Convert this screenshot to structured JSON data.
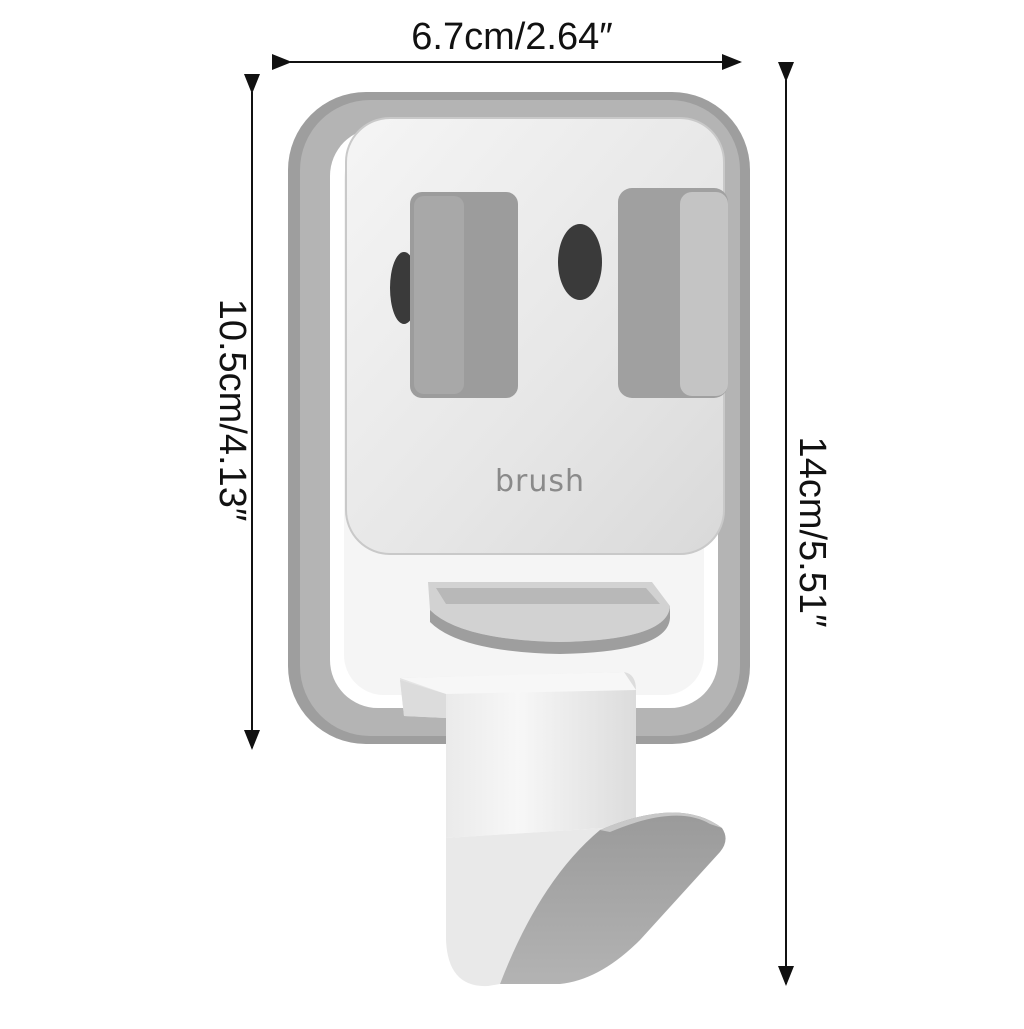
{
  "dimensions": {
    "width_label": "6.7cm/2.64″",
    "left_height_label": "10.5cm/4.13″",
    "total_height_label": "14cm/5.51″"
  },
  "product": {
    "brand_text": "brush",
    "colors": {
      "frame": "#a9a9a9",
      "frame_dark": "#8f8f8f",
      "plate": "#ececec",
      "hook": "#f2f2f2",
      "hook_shadow": "#a3a3a3"
    }
  }
}
